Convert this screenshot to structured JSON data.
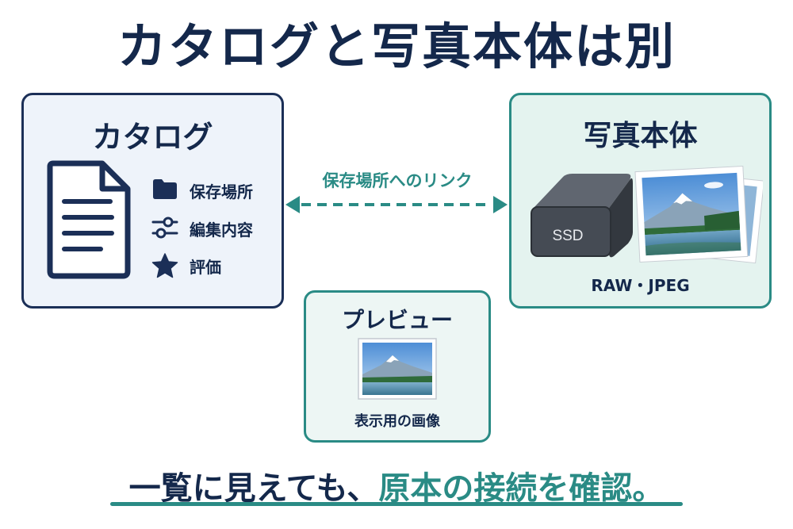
{
  "title": "カタログと写真本体は別",
  "catalog": {
    "title": "カタログ",
    "items": [
      {
        "icon": "folder-icon",
        "label": "保存場所"
      },
      {
        "icon": "sliders-icon",
        "label": "編集内容"
      },
      {
        "icon": "star-icon",
        "label": "評価"
      }
    ]
  },
  "link": {
    "label": "保存場所へのリンク"
  },
  "photo": {
    "title": "写真本体",
    "ssd_label": "SSD",
    "formats": "RAW・JPEG"
  },
  "preview": {
    "title": "プレビュー",
    "caption": "表示用の画像"
  },
  "bottom": {
    "part1": "一覧に見えても、",
    "part2": "原本の接続を確認。"
  },
  "colors": {
    "navy": "#14284b",
    "teal": "#2a8b85",
    "catalog_bg": "#eef3fa",
    "photo_bg": "#e4f3ef"
  }
}
